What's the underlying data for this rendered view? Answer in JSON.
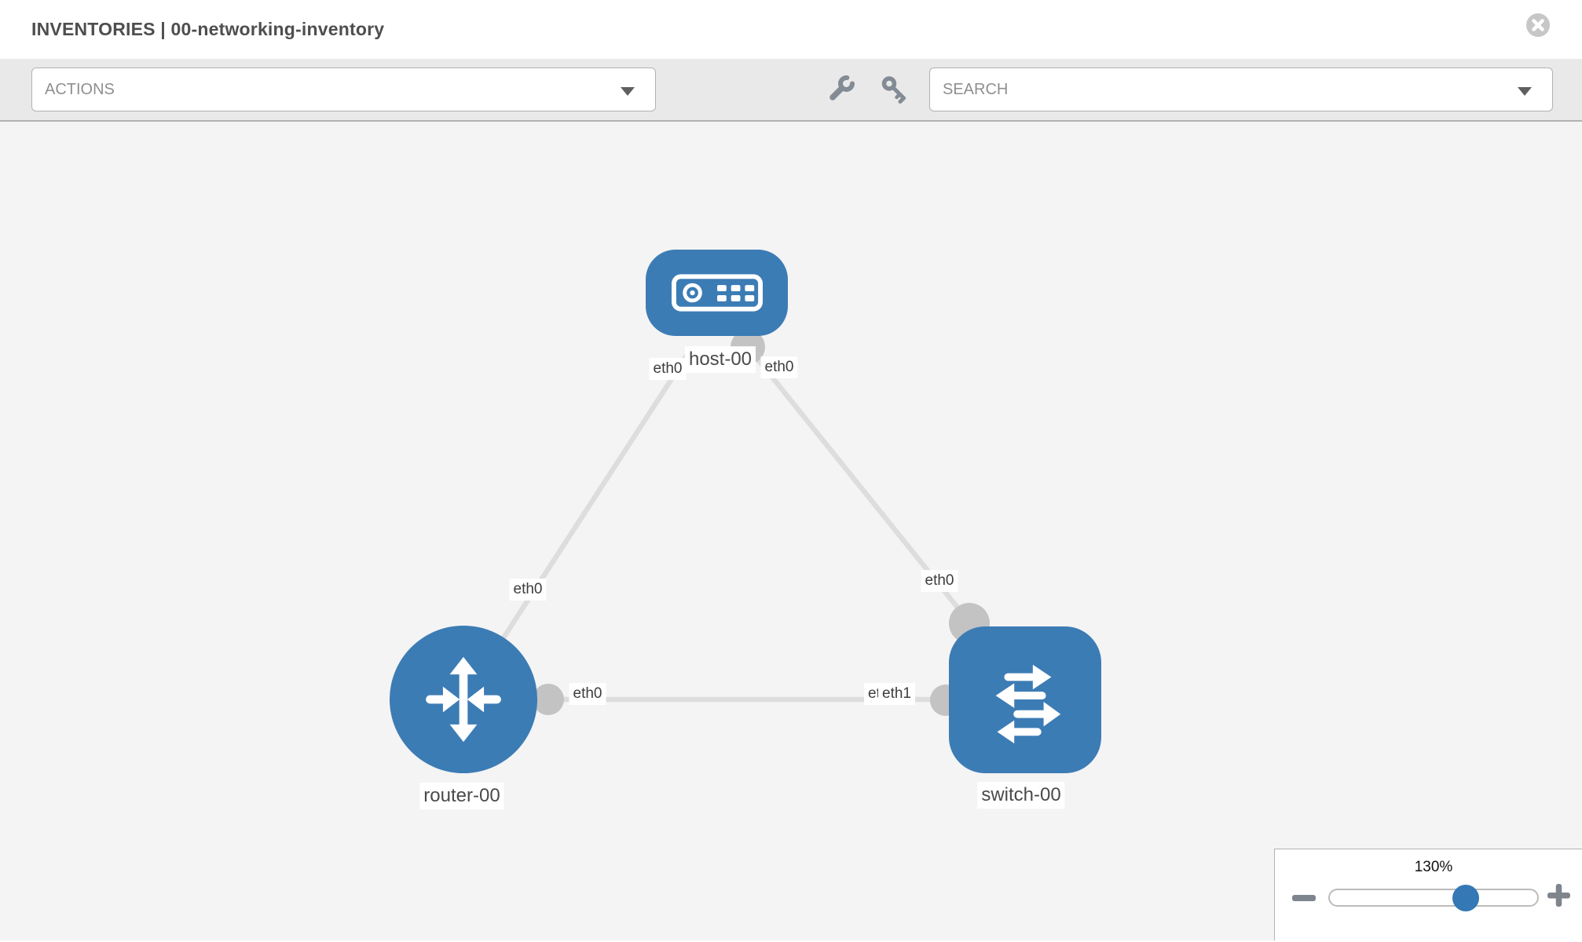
{
  "header": {
    "title": "INVENTORIES | 00-networking-inventory"
  },
  "toolbar": {
    "actions_placeholder": "ACTIONS",
    "search_placeholder": "SEARCH"
  },
  "topology": {
    "nodes": {
      "host": {
        "label": "host-00",
        "type": "host"
      },
      "router": {
        "label": "router-00",
        "type": "router"
      },
      "switch": {
        "label": "switch-00",
        "type": "switch"
      }
    },
    "interfaces": {
      "host_router_host_end": "eth0",
      "host_router_router_end": "eth0",
      "host_switch_host_end": "eth0",
      "host_switch_switch_end": "eth0",
      "router_switch_router_end": "eth0",
      "router_switch_switch_end_back": "eth0",
      "router_switch_switch_end": "eth1"
    },
    "links": [
      {
        "from": "host-00",
        "to": "router-00",
        "from_if": "eth0",
        "to_if": "eth0"
      },
      {
        "from": "host-00",
        "to": "switch-00",
        "from_if": "eth0",
        "to_if": "eth0"
      },
      {
        "from": "router-00",
        "to": "switch-00",
        "from_if": "eth0",
        "to_if": "eth1"
      }
    ]
  },
  "zoom_control": {
    "level": "130%"
  },
  "colors": {
    "node_blue": "#3c7cb5",
    "slider_thumb_blue": "#3478b5",
    "port_gray": "#c3c3c3",
    "link_gray": "#dddddd",
    "toolbar_gray": "#e9e9e9",
    "canvas_gray": "#f4f4f4"
  }
}
